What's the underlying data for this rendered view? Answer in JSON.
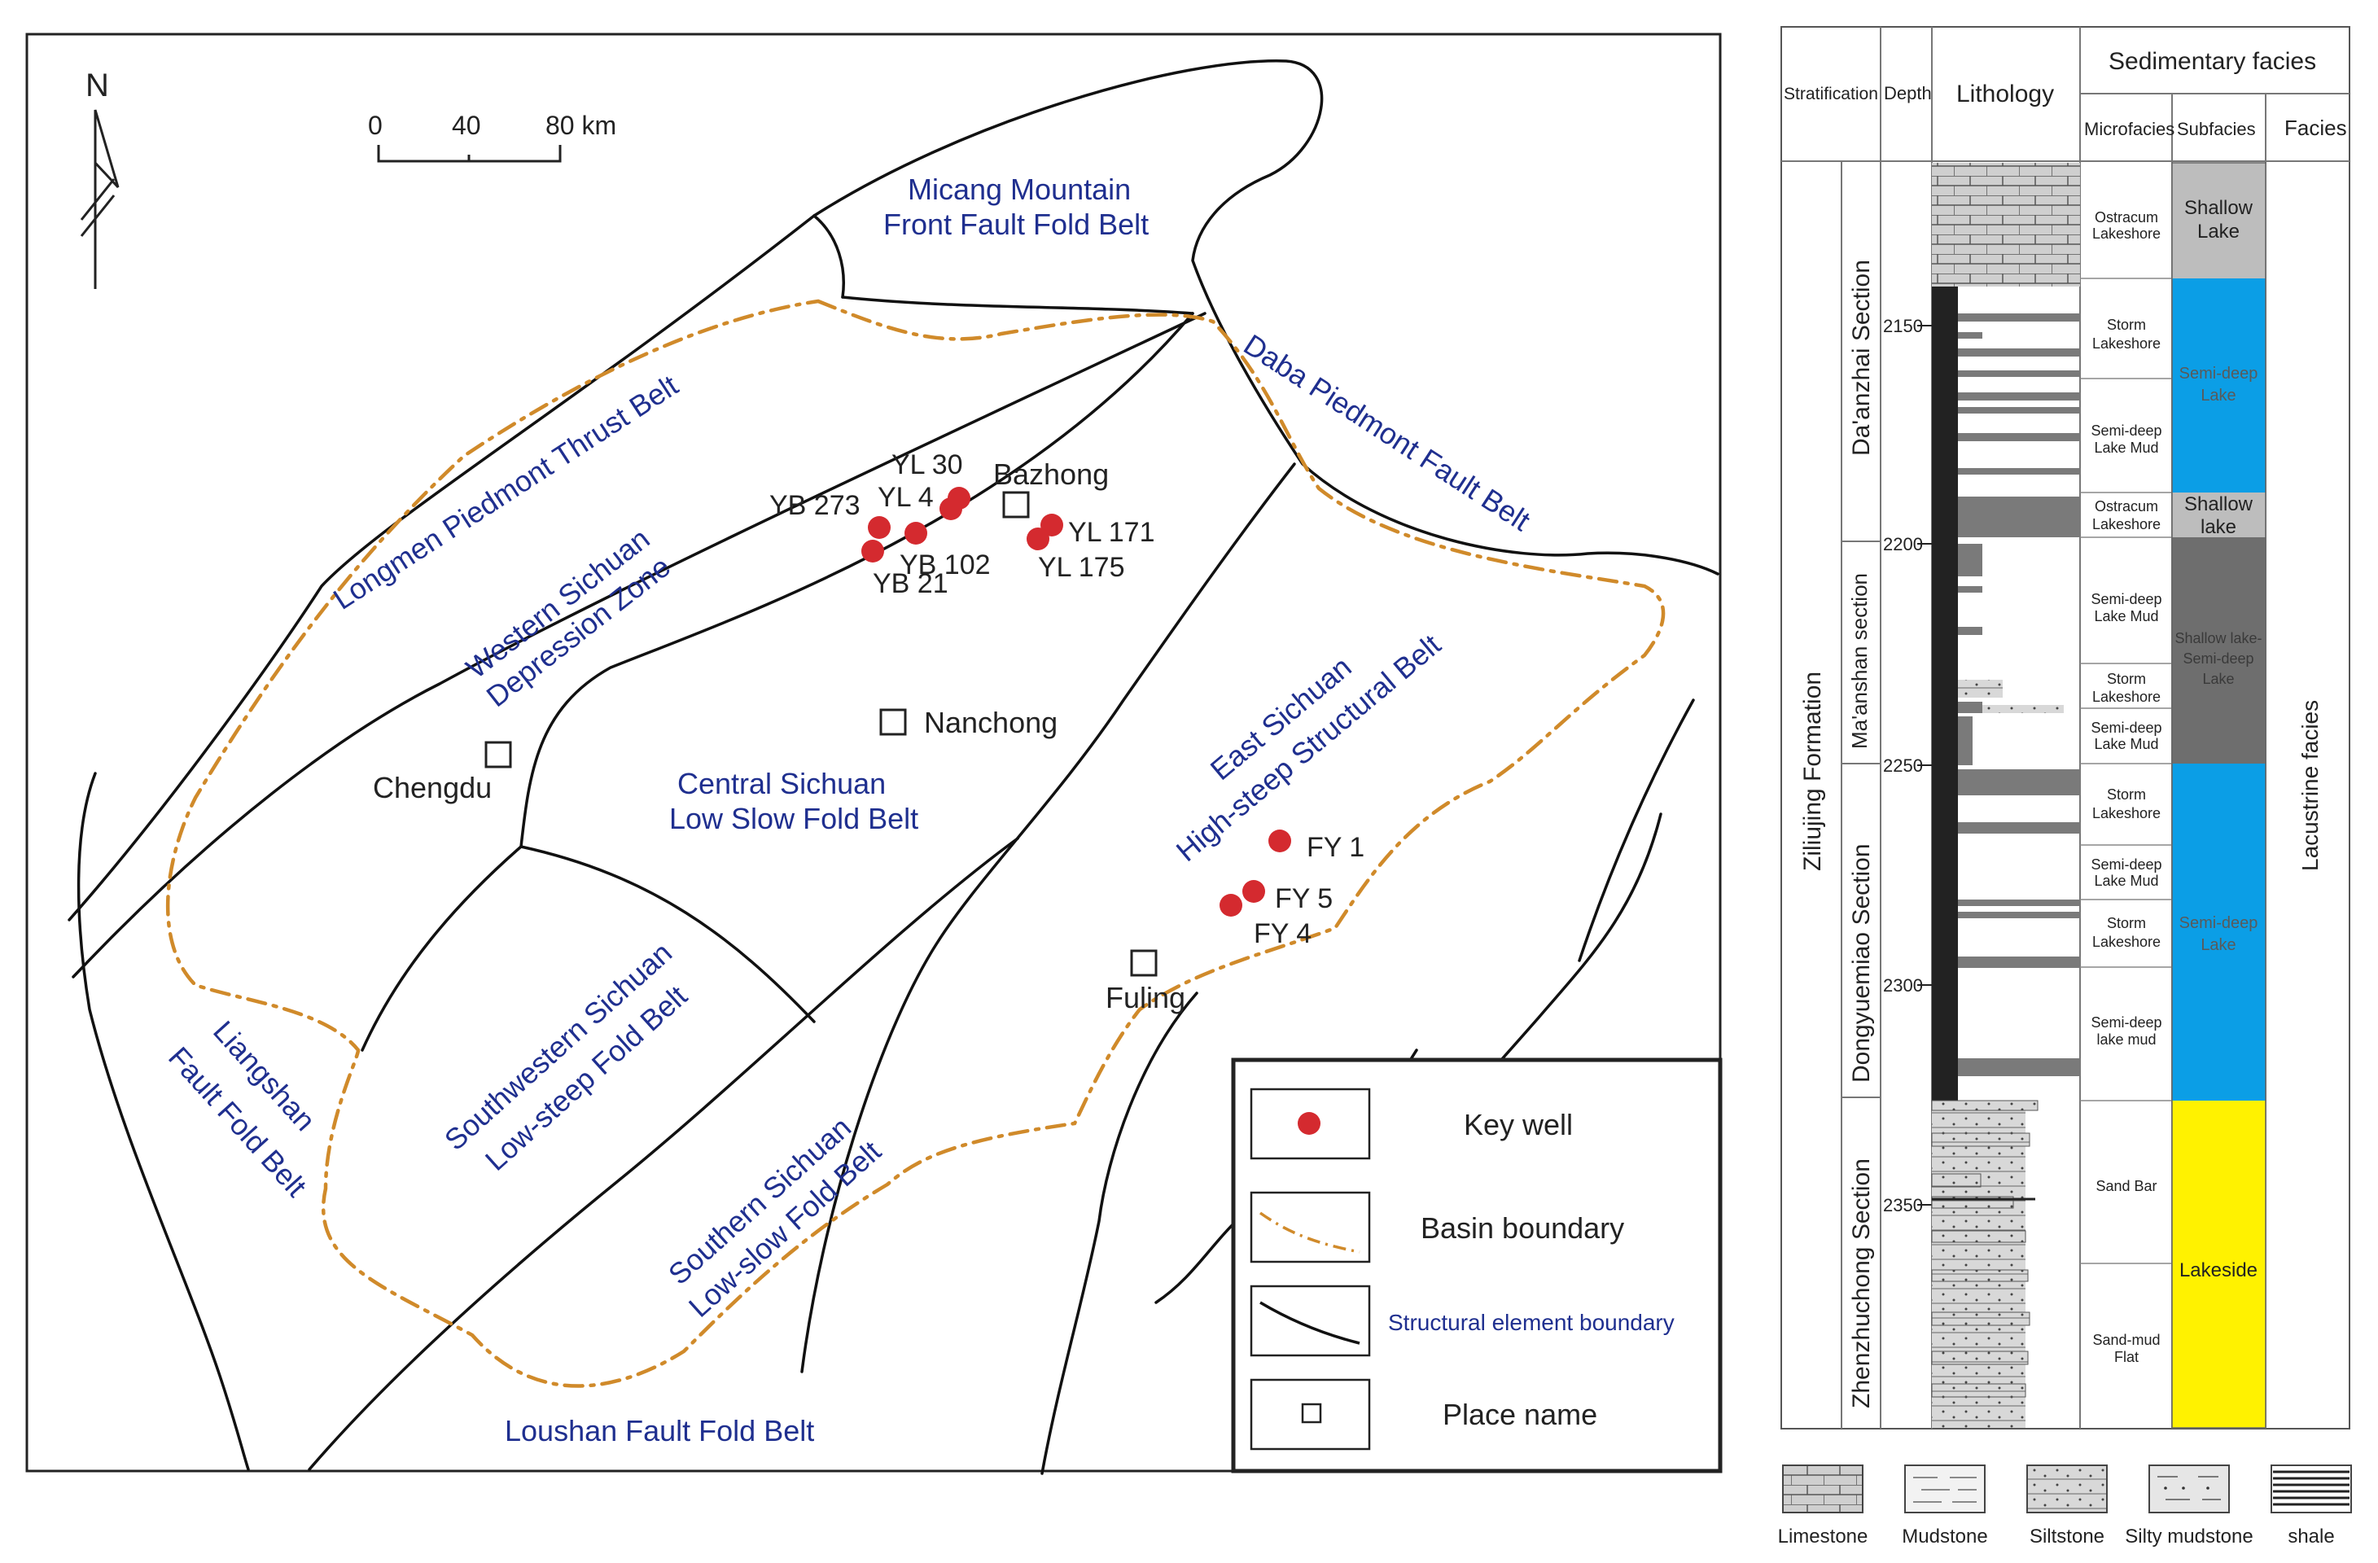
{
  "north": "N",
  "scale": {
    "t0": "0",
    "t1": "40",
    "t2": "80 km"
  },
  "colors": {
    "well": "#d42a2f",
    "basin": "#d08a2a",
    "label": "#1f2f8f",
    "facies_shallow": "#bdbdbd",
    "facies_semideep": "#0b9ee6",
    "facies_dark": "#6e6e6e",
    "facies_lakeside": "#fff200"
  },
  "map": {
    "regions": {
      "micang1": "Micang Mountain",
      "micang2": "Front Fault Fold Belt",
      "longmen": "Longmen Piedmont Thrust Belt",
      "daba": "Daba Piedmont Fault Belt",
      "western1": "Western Sichuan",
      "western2": "Depression Zone",
      "central1": "Central Sichuan",
      "central2": "Low Slow Fold Belt",
      "east1": "East Sichuan",
      "east2": "High-steep Structural Belt",
      "liang1": "Liangshan",
      "liang2": "Fault Fold Belt",
      "sw1": "Southwestern Sichuan",
      "sw2": "Low-steep Fold Belt",
      "south1": "Southern Sichuan",
      "south2": "Low-slow Fold Belt",
      "loushan": "Loushan Fault Fold Belt"
    },
    "places": {
      "bazhong": "Bazhong",
      "nanchong": "Nanchong",
      "chengdu": "Chengdu",
      "fuling": "Fuling"
    },
    "wells": {
      "yl30": "YL 30",
      "yl4": "YL 4",
      "yb273": "YB 273",
      "yb102": "YB 102",
      "yb21": "YB 21",
      "yl171": "YL 171",
      "yl175": "YL 175",
      "fy1": "FY 1",
      "fy5": "FY 5",
      "fy4": "FY 4"
    },
    "legend": {
      "key_well": "Key well",
      "basin_boundary": "Basin boundary",
      "structural": "Structural element boundary",
      "place_name": "Place name"
    }
  },
  "column": {
    "headers": {
      "stratification": "Stratification",
      "depth": "Depth",
      "lithology": "Lithology",
      "sed_facies": "Sedimentary facies",
      "microfacies": "Microfacies",
      "subfacies": "Subfacies",
      "facies": "Facies"
    },
    "formation": "Ziliujing Formation",
    "facies_name": "Lacustrine facies",
    "sections": {
      "daanzhai": "Da'anzhai Section",
      "maanshan": "Ma'anshan section",
      "dongyuemiao": "Dongyuemiao Section",
      "zhenzhuchong": "Zhenzhuchong Section"
    },
    "depths": [
      "2150",
      "2200",
      "2250",
      "2300",
      "2350"
    ],
    "micro": {
      "m1a": "Ostracum",
      "m1b": "Lakeshore",
      "m2a": "Storm",
      "m2b": "Lakeshore",
      "m3a": "Semi-deep",
      "m3b": "Lake Mud",
      "m4a": "Ostracum",
      "m4b": "Lakeshore",
      "m5a": "Semi-deep",
      "m5b": "Lake Mud",
      "m6a": "Storm",
      "m6b": "Lakeshore",
      "m7a": "Semi-deep",
      "m7b": "Lake Mud",
      "m8a": "Storm",
      "m8b": "Lakeshore",
      "m9a": "Semi-deep",
      "m9b": "Lake Mud",
      "m10a": "Storm",
      "m10b": "Lakeshore",
      "m11a": "Semi-deep",
      "m11b": "lake mud",
      "m12": "Sand Bar",
      "m13a": "Sand-mud",
      "m13b": "Flat"
    },
    "sub": {
      "s1a": "Shallow",
      "s1b": "Lake",
      "s2a": "Semi-deep",
      "s2b": "Lake",
      "s3a": "Shallow",
      "s3b": "lake",
      "s4a": "Shallow lake-",
      "s4b": "Semi-deep",
      "s4c": "Lake",
      "s5a": "Semi-deep",
      "s5b": "Lake",
      "s6": "Lakeside"
    },
    "lith_legend": {
      "limestone": "Limestone",
      "mudstone": "Mudstone",
      "siltstone": "Siltstone",
      "silty": "Silty mudstone",
      "shale": "shale"
    }
  }
}
